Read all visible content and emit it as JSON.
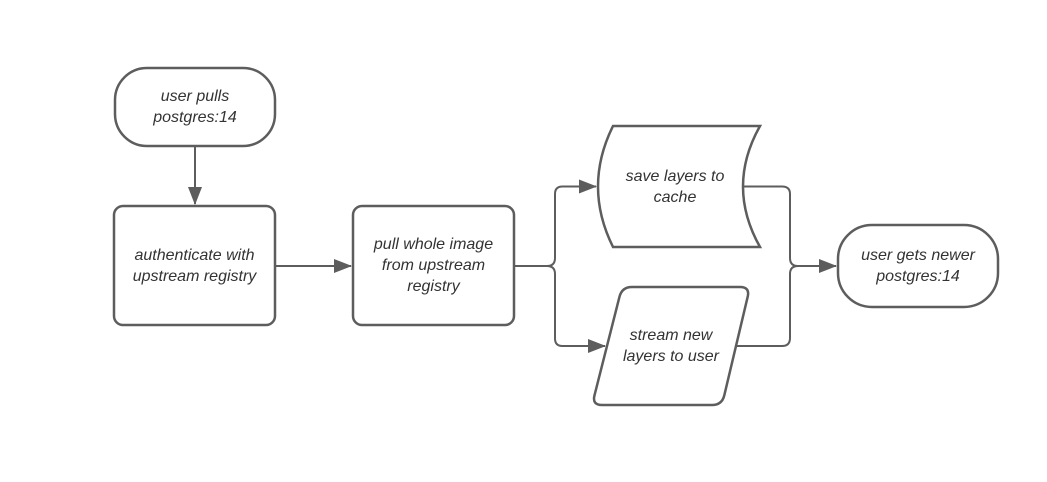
{
  "colors": {
    "stroke": "#5d5d5d",
    "text": "#333333",
    "shape_fill": "#ffffff",
    "background": "#ffffff"
  },
  "nodes": [
    {
      "id": "user-pulls",
      "shape": "terminator",
      "label": "user pulls\npostgres:14"
    },
    {
      "id": "authenticate",
      "shape": "process",
      "label": "authenticate with\nupstream registry"
    },
    {
      "id": "pull-image",
      "shape": "process",
      "label": "pull whole image\nfrom upstream\nregistry"
    },
    {
      "id": "save-cache",
      "shape": "stored-data",
      "label": "save layers to\ncache"
    },
    {
      "id": "stream-layers",
      "shape": "parallelogram",
      "label": "stream new\nlayers to user"
    },
    {
      "id": "user-gets",
      "shape": "terminator",
      "label": "user gets newer\npostgres:14"
    }
  ],
  "edges": [
    {
      "from": "user-pulls",
      "to": "authenticate"
    },
    {
      "from": "authenticate",
      "to": "pull-image"
    },
    {
      "from": "pull-image",
      "to": "save-cache"
    },
    {
      "from": "pull-image",
      "to": "stream-layers"
    },
    {
      "from": "save-cache",
      "to": "user-gets"
    },
    {
      "from": "stream-layers",
      "to": "user-gets"
    }
  ]
}
